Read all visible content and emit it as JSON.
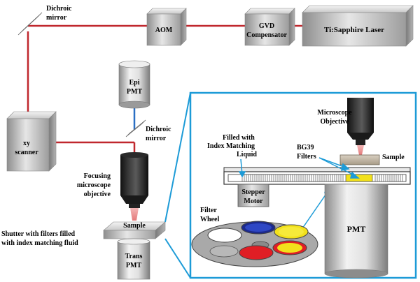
{
  "colors": {
    "beam": "#c0272d",
    "epi_beam": "#2a6fc4",
    "zoom": "#1d9bd7",
    "yellow": "#f2e11b",
    "blue": "#1c2a8c",
    "red": "#e01e25",
    "wheel": "#a9a9a9"
  },
  "labels": {
    "dichroic_top": [
      "Dichroic",
      "mirror"
    ],
    "aom": "AOM",
    "gvd": [
      "GVD",
      "Compensator"
    ],
    "laser": "Ti:Sapphire Laser",
    "epi_pmt": [
      "Epi",
      "PMT"
    ],
    "xy_scanner": [
      "xy",
      "scanner"
    ],
    "dichroic_mid": [
      "Dichroic",
      "mirror"
    ],
    "focusing_obj": [
      "Focusing",
      "microscope",
      "objective"
    ],
    "sample_left": "Sample",
    "shutter": [
      "Shutter with filters filled",
      "with index matching fluid"
    ],
    "trans_pmt": [
      "Trans",
      "PMT"
    ],
    "microscope_obj": [
      "Microscope",
      "Objective"
    ],
    "filled_with": [
      "Filled with",
      "Index Matching",
      "Liquid"
    ],
    "bg39": [
      "BG39",
      "Filters"
    ],
    "sample_right": "Sample",
    "stepper": [
      "Stepper",
      "Motor"
    ],
    "filter_wheel": [
      "Filter",
      "Wheel"
    ],
    "pmt_right": "PMT"
  }
}
